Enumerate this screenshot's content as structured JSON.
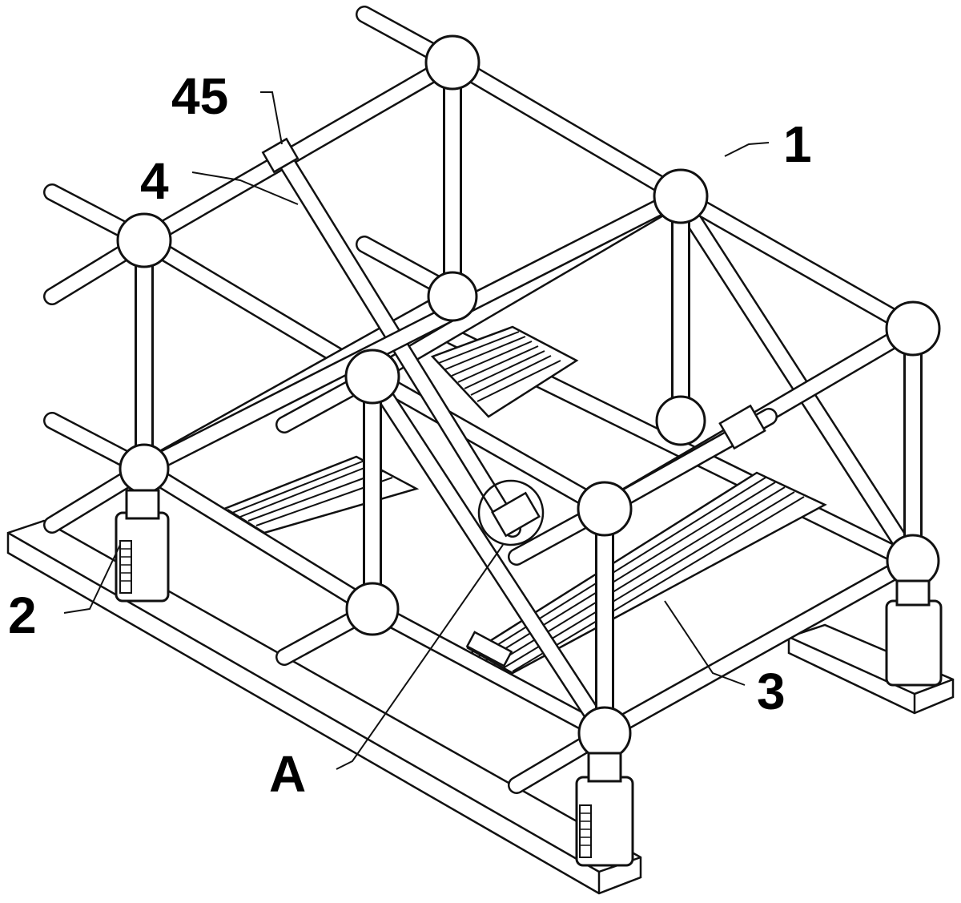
{
  "figure": {
    "labels": {
      "frame": "1",
      "base": "2",
      "platform": "3",
      "brace": "4",
      "clamp": "45",
      "detail": "A"
    },
    "colors": {
      "line": "#111111",
      "fill": "#ffffff",
      "background": "#ffffff"
    }
  }
}
